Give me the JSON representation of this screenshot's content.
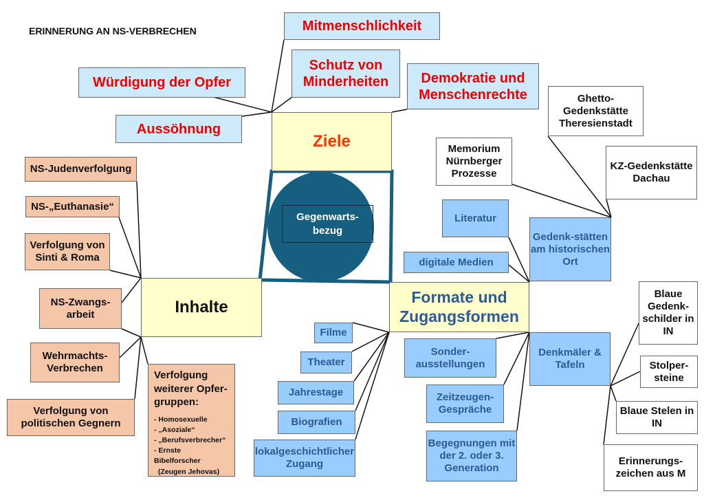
{
  "title": "ERINNERUNG AN NS-VERBRECHEN",
  "center": {
    "label": "Gegenwarts-\nbezug",
    "line1": "Gegenwarts-",
    "line2": "bezug"
  },
  "ziele": {
    "label": "Ziele",
    "items": [
      "Mitmenschlichkeit",
      "Schutz von Minderheiten",
      "Würdigung der Opfer",
      "Demokratie und Menschenrechte",
      "Aussöhnung"
    ]
  },
  "inhalte": {
    "label": "Inhalte",
    "items": [
      "NS-Judenverfolgung",
      "NS-„Euthanasie“",
      "Verfolgung von Sinti & Roma",
      "NS-Zwangs-arbeit",
      "Wehrmachts-Verbrechen",
      "Verfolgung von politischen Gegnern"
    ],
    "victims": {
      "heading": "Verfolgung weiterer Opfer-gruppen:",
      "list": [
        "- Homosexuelle",
        "- „Asoziale“",
        "- „Berufsverbrecher“",
        "- Ernste Bibelforscher",
        "  (Zeugen Jehovas)"
      ]
    }
  },
  "formate": {
    "label": "Formate und Zugangsformen",
    "items": [
      "Literatur",
      "digitale Medien",
      "Gedenk-stätten am historischen Ort",
      "Filme",
      "Theater",
      "Jahrestage",
      "Biografien",
      "lokalgeschichtlicher Zugang",
      "Sonder-ausstellungen",
      "Zeitzeugen-Gespräche",
      "Begegnungen mit der 2. oder 3. Generation",
      "Denkmäler & Tafeln"
    ],
    "places": [
      "Ghetto-Gedenkstätte Theresienstadt",
      "Memorium Nürnberger Prozesse",
      "KZ-Gedenkstätte Dachau"
    ],
    "monuments": [
      "Blaue Gedenk-schilder in IN",
      "Stolper-steine",
      "Blaue Stelen in IN",
      "Erinnerungs-zeichen aus M"
    ]
  },
  "colors": {
    "goal_bg": "#cdeafb",
    "goal_text": "#ee0000",
    "content_bg": "#f5c6a8",
    "format_bg": "#99ccff",
    "format_text": "#2e5a94",
    "core_bg": "#ffffcc",
    "center": "#165f80"
  }
}
